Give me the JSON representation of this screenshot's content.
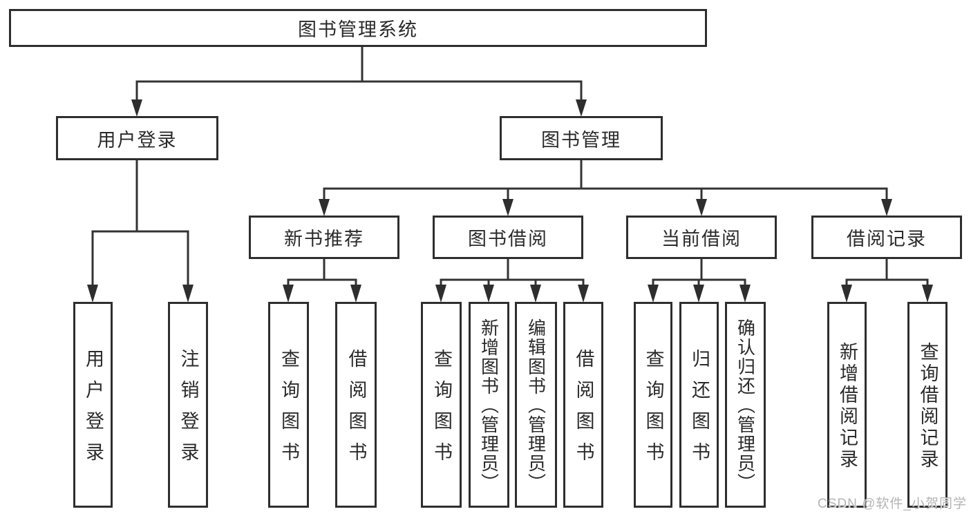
{
  "colors": {
    "background": "#ffffff",
    "line": "#333333",
    "box_border": "#2e2e2e",
    "text": "#2a2a2a",
    "watermark": "#b4b4b4"
  },
  "tree": {
    "label": "图书管理系统",
    "children": [
      {
        "label": "用户登录",
        "children": [
          {
            "label": "用户登录"
          },
          {
            "label": "注销登录"
          }
        ]
      },
      {
        "label": "图书管理",
        "children": [
          {
            "label": "新书推荐",
            "children": [
              {
                "label": "查询图书"
              },
              {
                "label": "借阅图书"
              }
            ]
          },
          {
            "label": "图书借阅",
            "children": [
              {
                "label": "查询图书"
              },
              {
                "label": "新增图书（管理员）"
              },
              {
                "label": "编辑图书（管理员）"
              },
              {
                "label": "借阅图书"
              }
            ]
          },
          {
            "label": "当前借阅",
            "children": [
              {
                "label": "查询图书"
              },
              {
                "label": "归还图书"
              },
              {
                "label": "确认归还（管理员）"
              }
            ]
          },
          {
            "label": "借阅记录",
            "children": [
              {
                "label": "新增借阅记录"
              },
              {
                "label": "查询借阅记录"
              }
            ]
          }
        ]
      }
    ]
  },
  "watermark": {
    "text": "CSDN @软件_小贺同学"
  }
}
